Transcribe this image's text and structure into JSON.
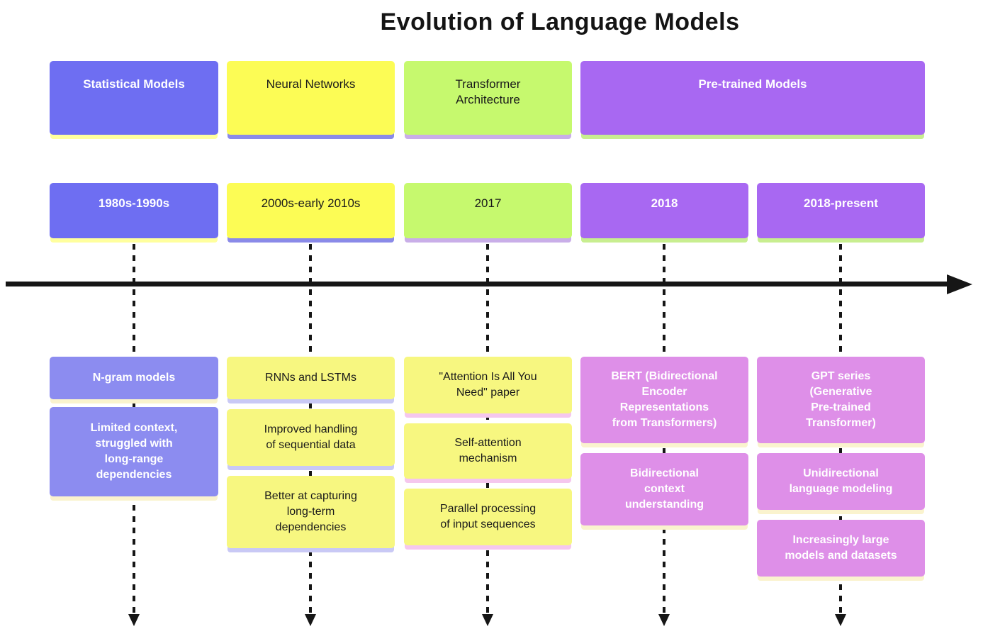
{
  "title": "Evolution of Language Models",
  "palette": {
    "section1_fill": "#6E6EF2",
    "section1_event_fill": "#8C8CF0",
    "section1_text": "#FFFFFF",
    "section2_fill": "#FCFC55",
    "section2_event_fill": "#F7F780",
    "section2_text": "#1A1A1A",
    "section3_fill": "#C6F96E",
    "section3_event_fill": "#F7F780",
    "section3_text": "#1A1A1A",
    "section4_fill": "#A868F2",
    "section4_event_fill": "#DE8FE8",
    "section4_text": "#FFFFFF",
    "stripe_yellow": "#FFFF9E",
    "stripe_cream": "#FAF3CE",
    "stripe_periwinkle": "#8A8AE8",
    "stripe_lavender": "#C9AEE8",
    "stripe_pink": "#F5C7EE",
    "stripe_green": "#C8EE90",
    "axis_color": "#161616",
    "background": "#FFFFFF"
  },
  "sections": [
    {
      "label": "Statistical Models"
    },
    {
      "label": "Neural Networks"
    },
    {
      "label": "Transformer\nArchitecture"
    },
    {
      "label": "Pre-trained Models"
    }
  ],
  "columns": [
    {
      "period": "1980s-1990s",
      "section": "Statistical Models",
      "events": [
        "N-gram models",
        "Limited context,\nstruggled with\nlong-range\ndependencies"
      ]
    },
    {
      "period": "2000s-early 2010s",
      "section": "Neural Networks",
      "events": [
        "RNNs and LSTMs",
        "Improved handling\nof sequential data",
        "Better at capturing\nlong-term\ndependencies"
      ]
    },
    {
      "period": "2017",
      "section": "Transformer Architecture",
      "events": [
        "\"Attention Is All You\nNeed\" paper",
        "Self-attention\nmechanism",
        "Parallel processing\nof input sequences"
      ]
    },
    {
      "period": "2018",
      "section": "Pre-trained Models",
      "events": [
        "BERT (Bidirectional\nEncoder\nRepresentations\nfrom Transformers)",
        "Bidirectional\ncontext\nunderstanding"
      ]
    },
    {
      "period": "2018-present",
      "section": "Pre-trained Models",
      "events": [
        "GPT series\n(Generative\nPre-trained\nTransformer)",
        "Unidirectional\nlanguage modeling",
        "Increasingly large\nmodels and datasets"
      ]
    }
  ]
}
